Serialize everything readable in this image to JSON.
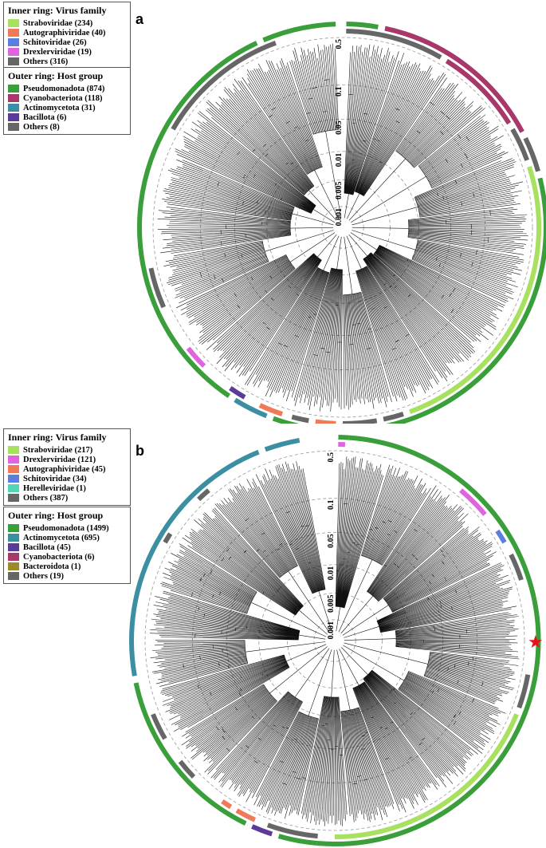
{
  "panel_a": {
    "letter": "a",
    "inner_legend": {
      "title": "Inner ring: Virus family",
      "items": [
        {
          "label": "Straboviridae (234)",
          "color": "#a8e05f"
        },
        {
          "label": "Autographiviridae (40)",
          "color": "#ee7a57"
        },
        {
          "label": "Schitoviridae (26)",
          "color": "#5b7fdd"
        },
        {
          "label": "Drexlerviridae (19)",
          "color": "#e064e0"
        },
        {
          "label": "Others (316)",
          "color": "#666666"
        }
      ]
    },
    "outer_legend": {
      "title": "Outer ring: Host group",
      "items": [
        {
          "label": "Pseudomonadota (874)",
          "color": "#3a9e3a"
        },
        {
          "label": "Cyanobacteriota (118)",
          "color": "#a8386a"
        },
        {
          "label": "Actinomycetota (31)",
          "color": "#3c8ea3"
        },
        {
          "label": "Bacillota (6)",
          "color": "#5c3a9a"
        },
        {
          "label": "Others (8)",
          "color": "#666666"
        }
      ]
    },
    "scale_labels": [
      "0.5",
      "0.1",
      "0.05",
      "0.01",
      "0.005",
      "0.001"
    ]
  },
  "panel_b": {
    "letter": "b",
    "inner_legend": {
      "title": "Inner ring: Virus family",
      "items": [
        {
          "label": "Straboviridae (217)",
          "color": "#a8e05f"
        },
        {
          "label": "Drexlerviridae (121)",
          "color": "#e064e0"
        },
        {
          "label": "Autographiviridae (45)",
          "color": "#ee7a57"
        },
        {
          "label": "Schitoviridae (34)",
          "color": "#5b7fdd"
        },
        {
          "label": "Herelleviridae (1)",
          "color": "#52d6b4"
        },
        {
          "label": "Others (387)",
          "color": "#666666"
        }
      ]
    },
    "outer_legend": {
      "title": "Outer ring: Host group",
      "items": [
        {
          "label": "Pseudomonadota (1499)",
          "color": "#3a9e3a"
        },
        {
          "label": "Actinomycetota (695)",
          "color": "#3c8ea3"
        },
        {
          "label": "Bacillota (45)",
          "color": "#5c3a9a"
        },
        {
          "label": "Cyanobacteriota (6)",
          "color": "#a8386a"
        },
        {
          "label": "Bacteroidota (1)",
          "color": "#9a8a2a"
        },
        {
          "label": "Others (19)",
          "color": "#666666"
        }
      ]
    },
    "scale_labels": [
      "0.5",
      "0.1",
      "0.05",
      "0.01",
      "0.005",
      "0.001"
    ],
    "star": "★"
  }
}
